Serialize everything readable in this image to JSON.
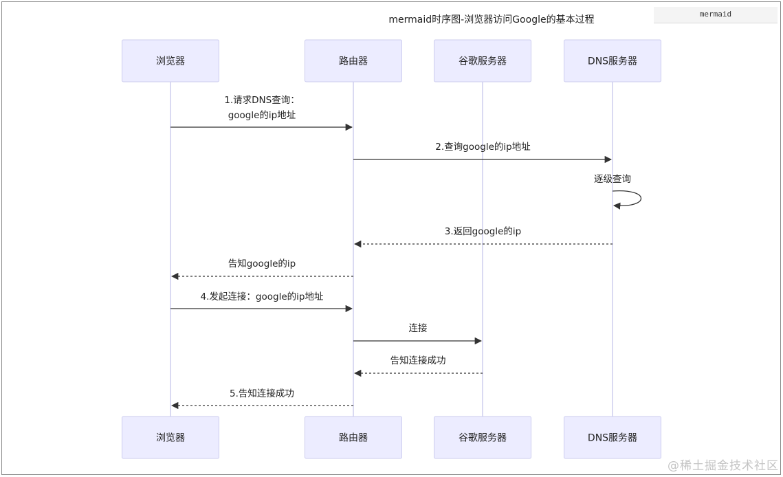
{
  "tag_label": "mermaid",
  "title": "mermaid时序图-浏览器访问Google的基本过程",
  "watermark": "@稀土掘金技术社区",
  "participants": [
    {
      "id": "browser",
      "name": "浏览器"
    },
    {
      "id": "router",
      "name": "路由器"
    },
    {
      "id": "google",
      "name": "谷歌服务器"
    },
    {
      "id": "dns",
      "name": "DNS服务器"
    }
  ],
  "messages": [
    {
      "from": "browser",
      "to": "router",
      "type": "solid",
      "label_lines": [
        "1.请求DNS查询：",
        "google的ip地址"
      ]
    },
    {
      "from": "router",
      "to": "dns",
      "type": "solid",
      "label_lines": [
        "2.查询google的ip地址"
      ]
    },
    {
      "from": "dns",
      "to": "dns",
      "type": "self",
      "label_lines": [
        "逐级查询"
      ]
    },
    {
      "from": "dns",
      "to": "router",
      "type": "dotted",
      "label_lines": [
        "3.返回google的ip"
      ]
    },
    {
      "from": "router",
      "to": "browser",
      "type": "dotted",
      "label_lines": [
        "告知google的ip"
      ]
    },
    {
      "from": "browser",
      "to": "router",
      "type": "solid",
      "label_lines": [
        "4.发起连接：google的ip地址"
      ]
    },
    {
      "from": "router",
      "to": "google",
      "type": "solid",
      "label_lines": [
        "连接"
      ]
    },
    {
      "from": "google",
      "to": "router",
      "type": "dotted",
      "label_lines": [
        "告知连接成功"
      ]
    },
    {
      "from": "router",
      "to": "browser",
      "type": "dotted",
      "label_lines": [
        "5.告知连接成功"
      ]
    }
  ]
}
